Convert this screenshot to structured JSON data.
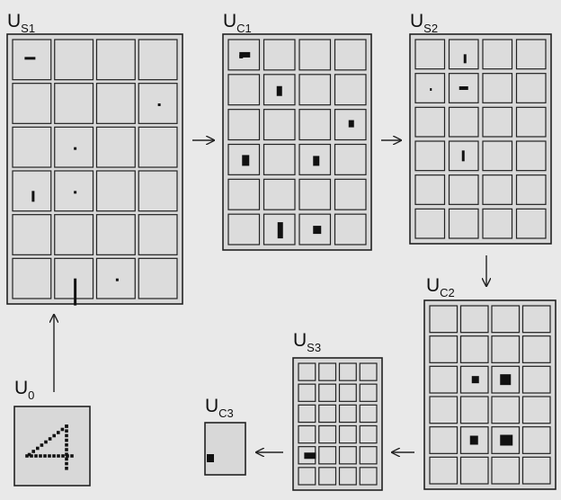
{
  "labels": {
    "u0": {
      "main": "U",
      "sub": "0"
    },
    "us1": {
      "main": "U",
      "sub": "S1"
    },
    "uc1": {
      "main": "U",
      "sub": "C1"
    },
    "us2": {
      "main": "U",
      "sub": "S2"
    },
    "uc2": {
      "main": "U",
      "sub": "C2"
    },
    "us3": {
      "main": "U",
      "sub": "S3"
    },
    "uc3": {
      "main": "U",
      "sub": "C3"
    }
  },
  "layers": {
    "us1": {
      "rows": 6,
      "cols": 4
    },
    "uc1": {
      "rows": 6,
      "cols": 4
    },
    "us2": {
      "rows": 6,
      "cols": 4
    },
    "uc2": {
      "rows": 6,
      "cols": 4
    },
    "us3": {
      "rows": 6,
      "cols": 4
    },
    "uc3": {
      "rows": 1,
      "cols": 1
    }
  },
  "input_pattern": "4",
  "colors": {
    "background": "#e9e9e9",
    "panel": "#d8d8d8",
    "cell": "#dcdcdc",
    "stroke": "#222222",
    "mark": "#111111"
  }
}
